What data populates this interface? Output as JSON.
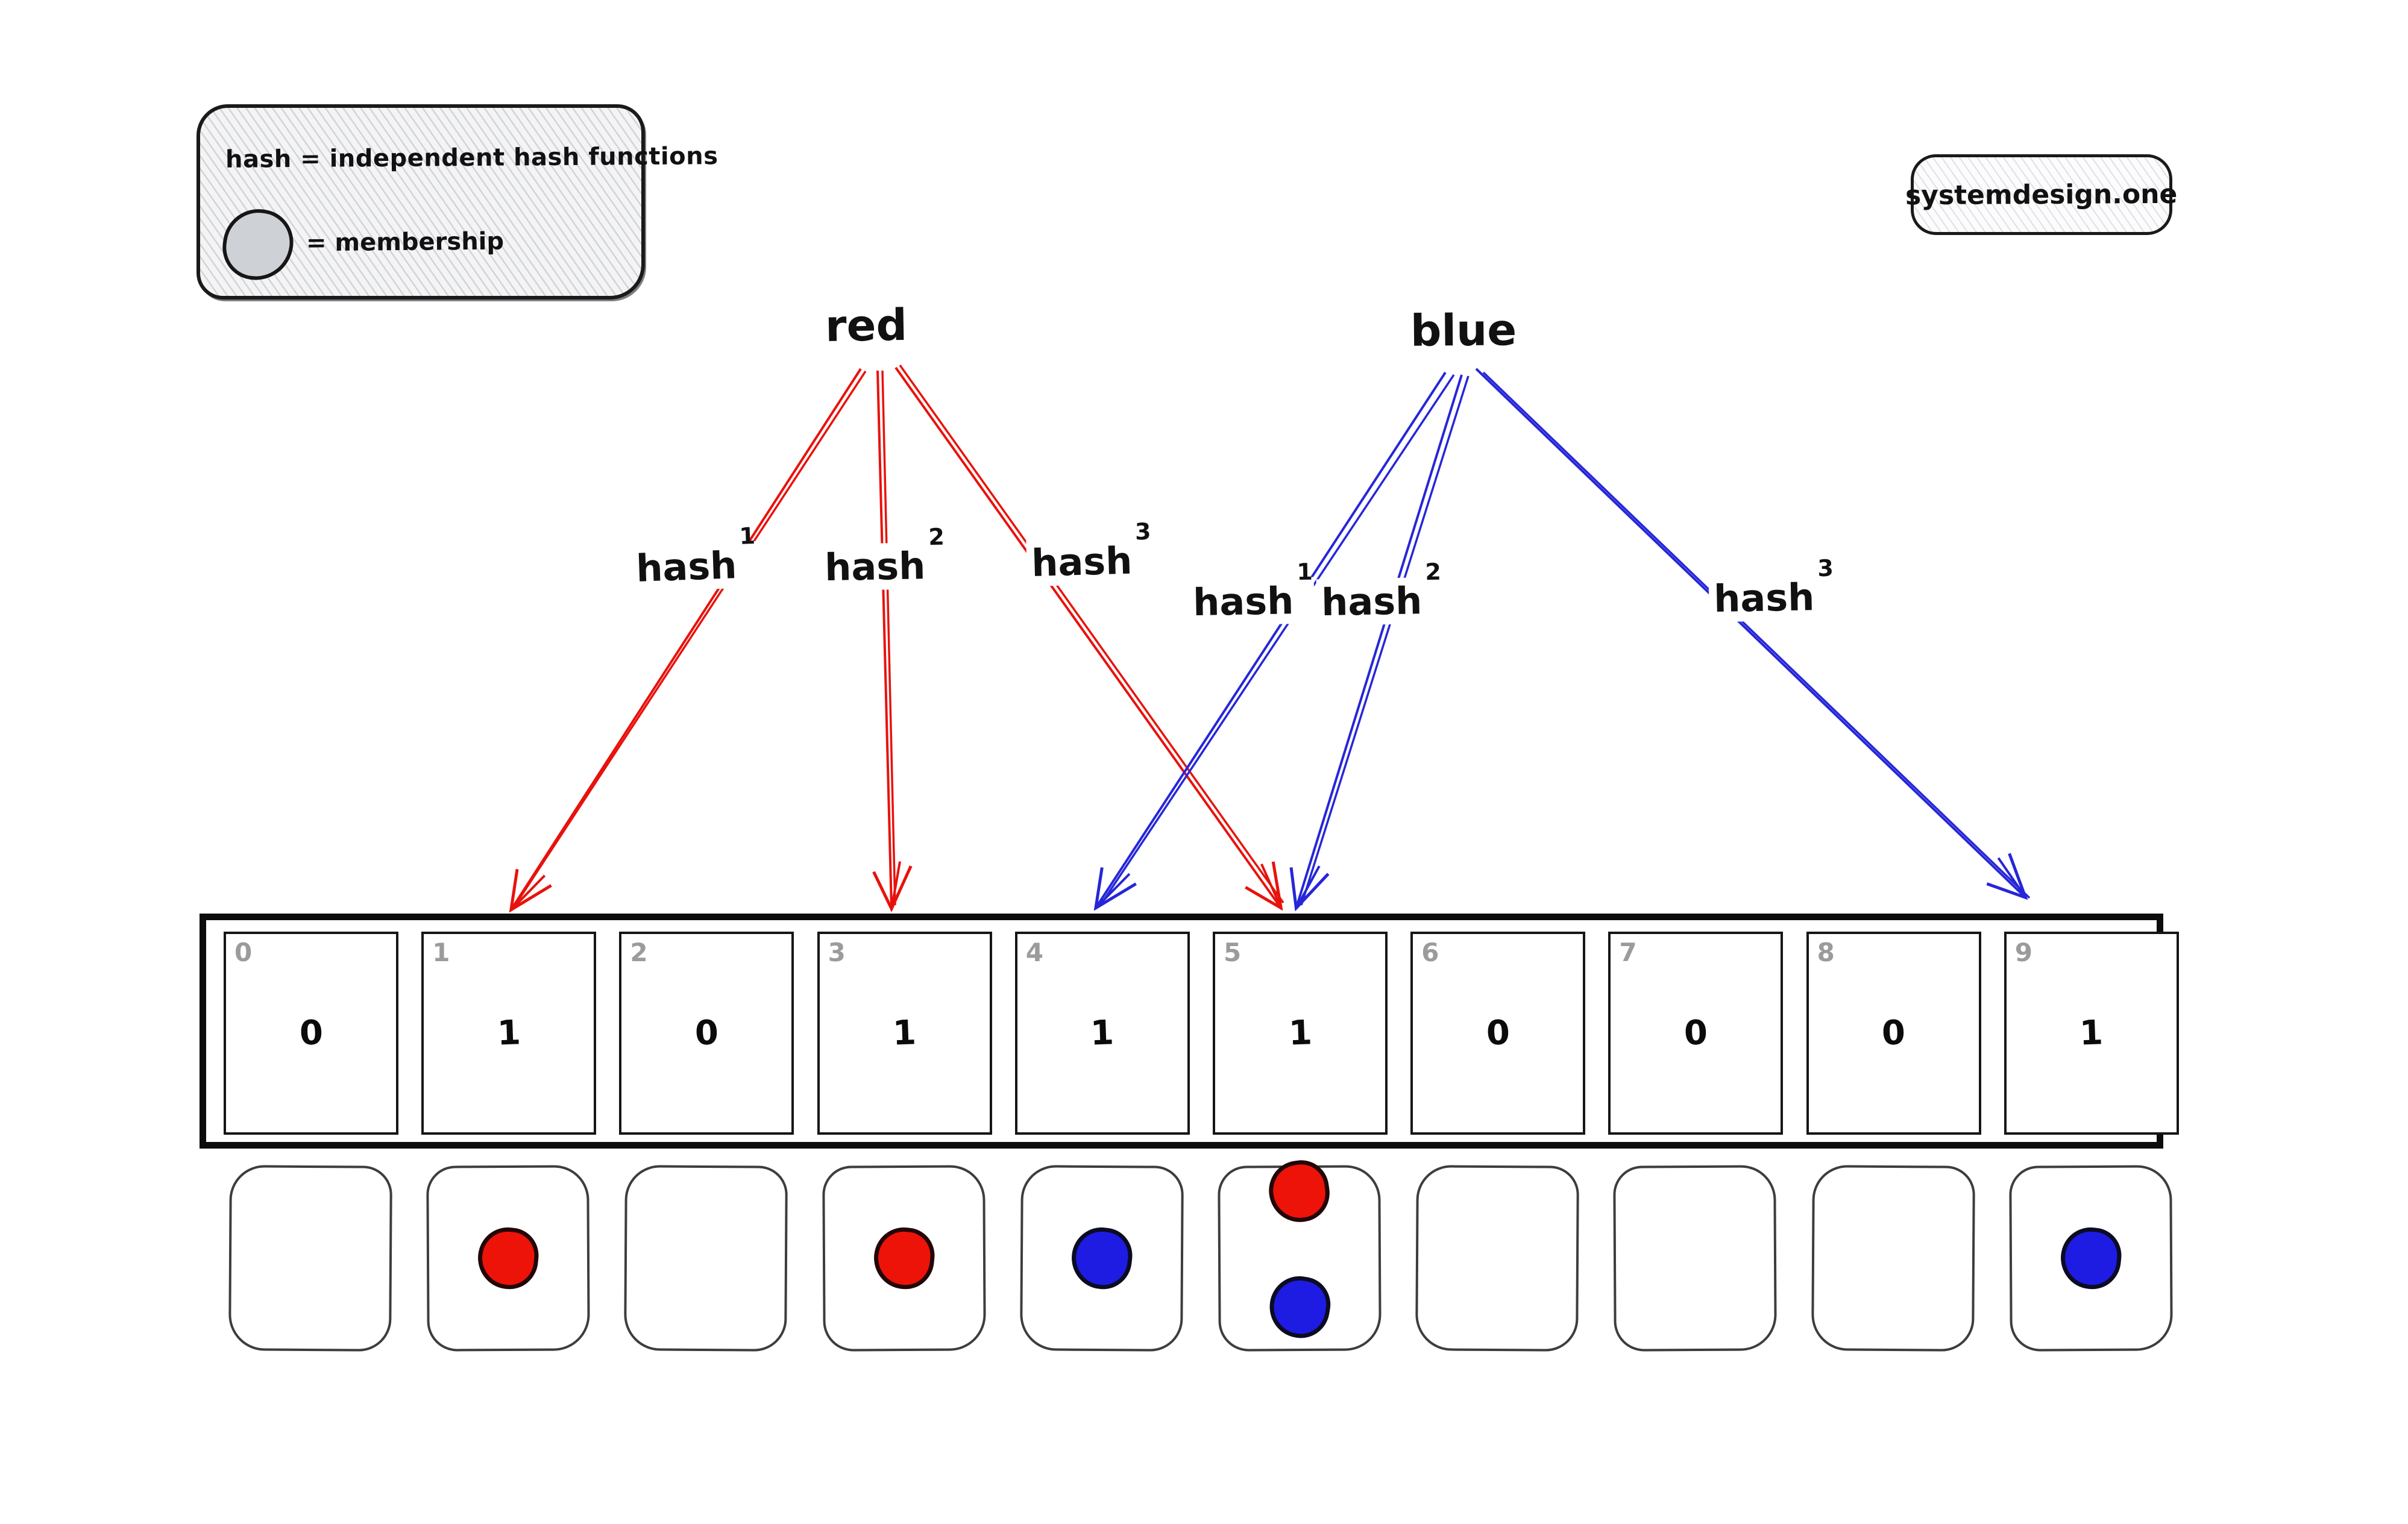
{
  "legend": {
    "line1": "hash = independent hash functions",
    "symbol": "membership-circle",
    "line2": "= membership"
  },
  "badge": {
    "label": "systemdesign.one"
  },
  "keys": {
    "red": {
      "label": "red",
      "color": "#e8120c"
    },
    "blue": {
      "label": "blue",
      "color": "#2323d9"
    }
  },
  "hash_functions": {
    "red": [
      {
        "base": "hash",
        "sup": "1"
      },
      {
        "base": "hash",
        "sup": "2"
      },
      {
        "base": "hash",
        "sup": "3"
      }
    ],
    "blue": [
      {
        "base": "hash",
        "sup": "1"
      },
      {
        "base": "hash",
        "sup": "2"
      },
      {
        "base": "hash",
        "sup": "3"
      }
    ]
  },
  "bit_array": {
    "cells": [
      {
        "index": "0",
        "value": "0"
      },
      {
        "index": "1",
        "value": "1"
      },
      {
        "index": "2",
        "value": "0"
      },
      {
        "index": "3",
        "value": "1"
      },
      {
        "index": "4",
        "value": "1"
      },
      {
        "index": "5",
        "value": "1"
      },
      {
        "index": "6",
        "value": "0"
      },
      {
        "index": "7",
        "value": "0"
      },
      {
        "index": "8",
        "value": "0"
      },
      {
        "index": "9",
        "value": "1"
      }
    ]
  },
  "arrow_targets": {
    "red": [
      "1",
      "3",
      "5"
    ],
    "blue": [
      "4",
      "5",
      "9"
    ]
  },
  "buckets": [
    {
      "dots": []
    },
    {
      "dots": [
        "red"
      ]
    },
    {
      "dots": []
    },
    {
      "dots": [
        "red"
      ]
    },
    {
      "dots": [
        "blue"
      ]
    },
    {
      "dots": [
        "red",
        "blue"
      ]
    },
    {
      "dots": []
    },
    {
      "dots": []
    },
    {
      "dots": []
    },
    {
      "dots": [
        "blue"
      ]
    }
  ],
  "colors": {
    "arrow_red": "#e8120c",
    "arrow_blue": "#2626d8",
    "dot_red": "#ee1309",
    "dot_blue": "#1e1ce2",
    "index_gray": "#9b9b9b"
  }
}
